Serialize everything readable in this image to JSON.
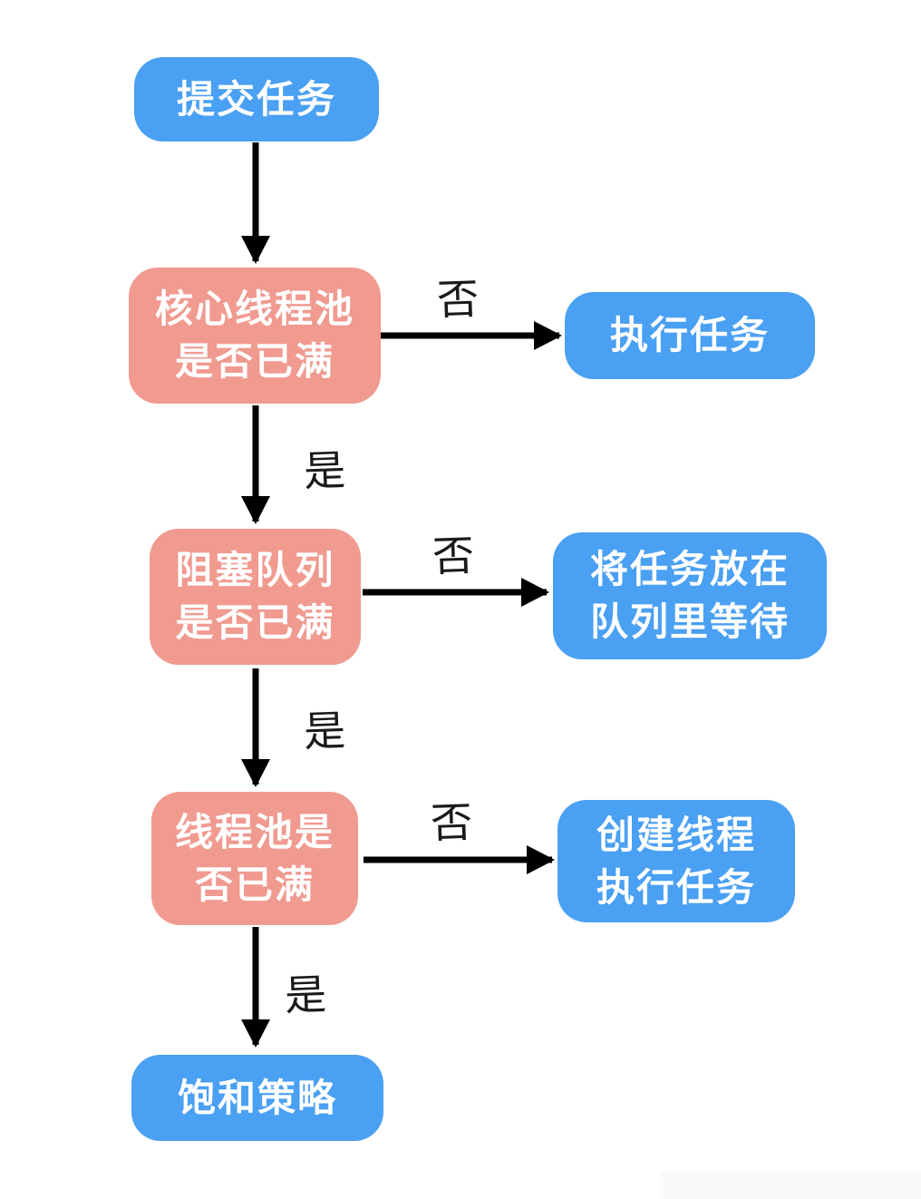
{
  "diagram": {
    "description": "thread-pool task submission flowchart"
  },
  "colors": {
    "node_blue": "#4aa0f2",
    "node_pink": "#f09a90",
    "node_text": "#ffffff",
    "arrow": "#000000",
    "footer_bar": "#fafafa"
  },
  "nodes": [
    {
      "id": "submit-task",
      "type": "start",
      "label": "提交任务"
    },
    {
      "id": "core-pool-full",
      "type": "decision",
      "label": "核心线程池\n是否已满"
    },
    {
      "id": "execute-task",
      "type": "result",
      "label": "执行任务"
    },
    {
      "id": "queue-full",
      "type": "decision",
      "label": "阻塞队列\n是否已满"
    },
    {
      "id": "put-in-queue",
      "type": "result",
      "label": "将任务放在\n队列里等待"
    },
    {
      "id": "pool-full",
      "type": "decision",
      "label": "线程池是\n否已满"
    },
    {
      "id": "create-thread",
      "type": "result",
      "label": "创建线程\n执行任务"
    },
    {
      "id": "saturation-policy",
      "type": "result",
      "label": "饱和策略"
    }
  ],
  "edges": [
    {
      "from": "submit-task",
      "to": "core-pool-full",
      "label": ""
    },
    {
      "from": "core-pool-full",
      "to": "execute-task",
      "label": "否"
    },
    {
      "from": "core-pool-full",
      "to": "queue-full",
      "label": "是"
    },
    {
      "from": "queue-full",
      "to": "put-in-queue",
      "label": "否"
    },
    {
      "from": "queue-full",
      "to": "pool-full",
      "label": "是"
    },
    {
      "from": "pool-full",
      "to": "create-thread",
      "label": "否"
    },
    {
      "from": "pool-full",
      "to": "saturation-policy",
      "label": "是"
    }
  ]
}
